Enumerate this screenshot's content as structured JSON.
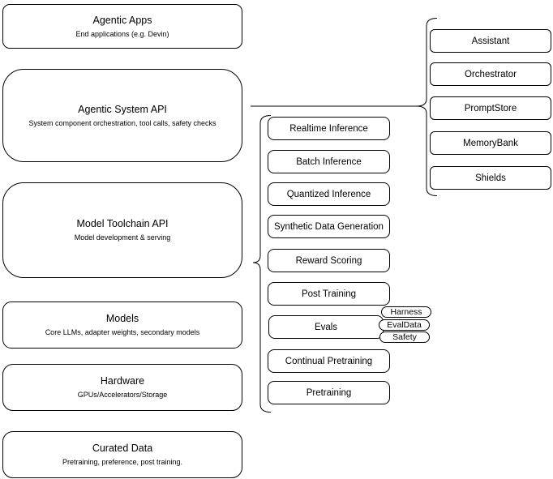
{
  "left_stack": [
    {
      "title": "Agentic Apps",
      "subtitle": "End applications (e.g. Devin)"
    },
    {
      "title": "Agentic System API",
      "subtitle": "System component orchestration, tool calls, safety checks"
    },
    {
      "title": "Model Toolchain API",
      "subtitle": "Model development & serving"
    },
    {
      "title": "Models",
      "subtitle": "Core LLMs, adapter weights, secondary models"
    },
    {
      "title": "Hardware",
      "subtitle": "GPUs/Accelerators/Storage"
    },
    {
      "title": "Curated Data",
      "subtitle": "Pretraining, preference, post training."
    }
  ],
  "toolchain": {
    "items": [
      "Realtime Inference",
      "Batch Inference",
      "Quantized Inference",
      "Synthetic Data Generation",
      "Reward Scoring",
      "Post Training",
      "Evals",
      "Continual Pretraining",
      "Pretraining"
    ]
  },
  "eval_tags": [
    "Harness",
    "EvalData",
    "Safety"
  ],
  "system_components": [
    "Assistant",
    "Orchestrator",
    "PromptStore",
    "MemoryBank",
    "Shields"
  ],
  "colors": {
    "stroke": "#000000",
    "fill": "#ffffff",
    "background": "#ffffff"
  }
}
